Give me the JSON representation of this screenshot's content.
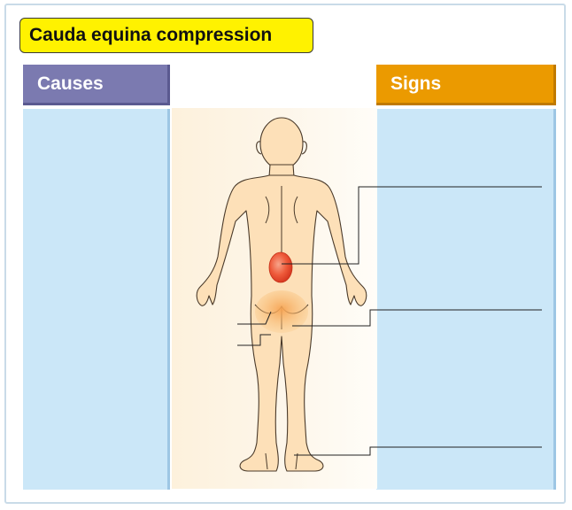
{
  "title": "Cauda equina compression",
  "headers": {
    "causes": "Causes",
    "signs": "Signs"
  },
  "colors": {
    "title_bg": "#fff200",
    "causes_header": "#7b7ab0",
    "signs_header": "#eb9a00",
    "panel_bg": "#cbe7f8",
    "skin": "#fde0b8",
    "lesion": "#e8452c"
  },
  "icons": {
    "figure": "human-body-back-view-icon",
    "lesion": "spinal-lesion-icon",
    "saddle_area": "saddle-area-icon"
  }
}
